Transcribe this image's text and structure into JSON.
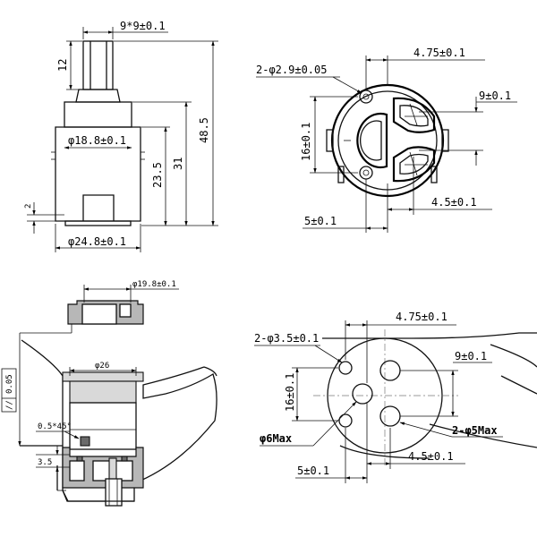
{
  "views": {
    "side": {
      "top_width": "9*9±0.1",
      "stem_height": "12",
      "inner_dia": "φ18.8±0.1",
      "total_height": "48.5",
      "body_height": "31",
      "lower_height": "23.5",
      "key_height": "2",
      "base_dia": "φ24.8±0.1"
    },
    "top": {
      "holes": "2-φ2.9±0.05",
      "offset_top": "4.75±0.1",
      "pitch_right": "9±0.1",
      "height_left": "16±0.1",
      "offset_bottom": "4.5±0.1",
      "width_bottom": "5±0.1"
    },
    "section": {
      "cap_dia": "φ19.8±0.1",
      "body_dia": "φ26",
      "flatness": "0.05",
      "chamfer": "0.5*45°",
      "step": "3.5"
    },
    "seat": {
      "holes": "2-φ3.5±0.1",
      "offset_top": "4.75±0.1",
      "pitch_right": "9±0.1",
      "height_left": "16±0.1",
      "ports": "2-φ5Max",
      "center": "φ6Max",
      "width_bottom": "5±0.1",
      "offset_bottom": "4.5±0.1"
    }
  }
}
